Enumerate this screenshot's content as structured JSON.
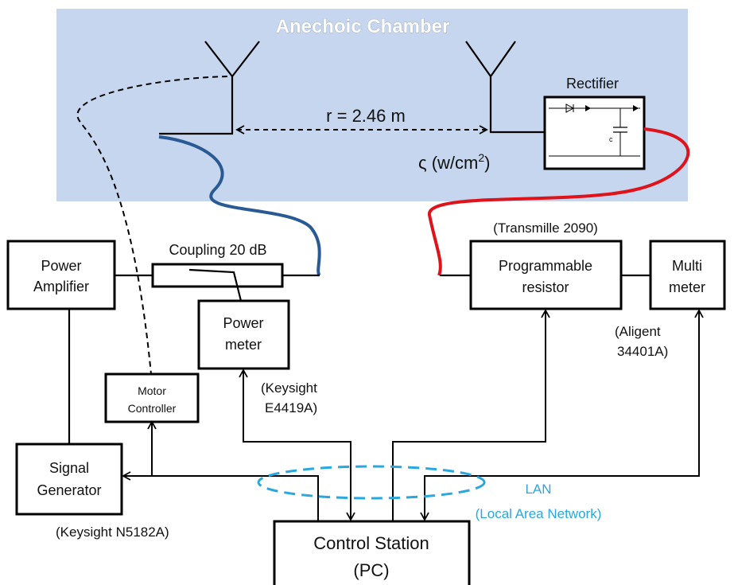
{
  "chamber": {
    "title": "Anechoic Chamber",
    "fill": "#c5d6ee",
    "title_color": "#ffffff"
  },
  "distance_label": "r = 2.46 m",
  "density_label": "ς (w/cm",
  "density_sup": "2",
  "density_close": ")",
  "rectifier": {
    "label": "Rectifier",
    "cap_label": "c"
  },
  "coupler": {
    "label": "Coupling 20 dB"
  },
  "power_amplifier": {
    "line1": "Power",
    "line2": "Amplifier"
  },
  "power_meter": {
    "line1": "Power",
    "line2": "meter",
    "model1": "(Keysight",
    "model2": "E4419A)"
  },
  "motor_controller": {
    "line1": "Motor",
    "line2": "Controller"
  },
  "signal_generator": {
    "line1": "Signal",
    "line2": "Generator",
    "model": "(Keysight N5182A)"
  },
  "programmable_resistor": {
    "line1": "Programmable",
    "line2": "resistor",
    "model": "(Transmille 2090)"
  },
  "multimeter": {
    "line1": "Multi",
    "line2": "meter",
    "model1": "(Aligent",
    "model2": "34401A)"
  },
  "control_station": {
    "line1": "Control Station",
    "line2": "(PC)"
  },
  "lan": {
    "line1": "LAN",
    "line2": "(Local Area Network)",
    "color": "#29a8e0"
  },
  "colors": {
    "blue_cable": "#2a5a94",
    "red_cable": "#e0131a"
  }
}
